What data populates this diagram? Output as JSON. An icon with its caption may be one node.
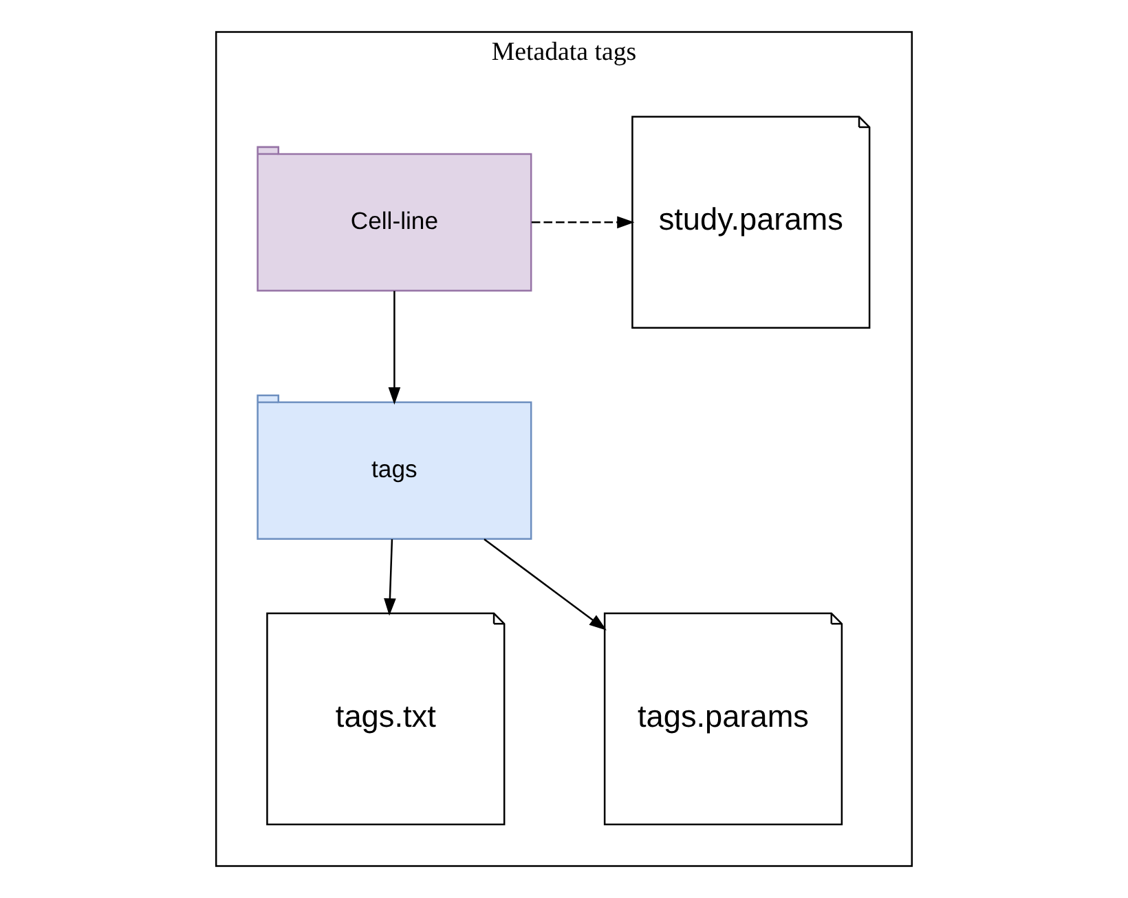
{
  "diagram": {
    "nodes": [
      {
        "text": [
          "Metadata tags"
        ]
      },
      {
        "text": [
          "Cell-line"
        ],
        "in": 0
      },
      {
        "text": [
          "study.params"
        ],
        "in": 0
      },
      {
        "text": [
          "tags"
        ],
        "in": 0
      },
      {
        "text": [
          "tags.txt"
        ],
        "in": 0
      },
      {
        "text": [
          "tags.params"
        ],
        "in": 0
      }
    ],
    "edges": [
      {
        "from": 1,
        "to": 2,
        "arrow": "to",
        "style": "dashed"
      },
      {
        "from": 1,
        "to": 3,
        "arrow": "to"
      },
      {
        "from": 3,
        "to": 4,
        "arrow": "to"
      },
      {
        "from": 3,
        "to": 5,
        "arrow": "to"
      }
    ]
  }
}
